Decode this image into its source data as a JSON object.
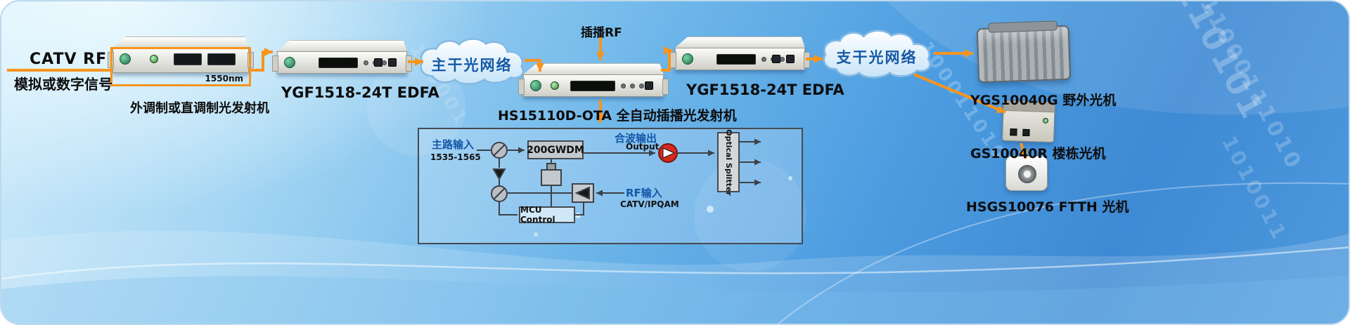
{
  "flow": {
    "catv_rf": "CATV RF",
    "signal_type": "模拟或数字信号",
    "transmitter_caption": "外调制或直调制光发射机",
    "wavelength": "1550nm",
    "edfa1_caption": "YGF1518-24T EDFA",
    "trunk_cloud": "主干光网络",
    "insert_rf": "插播RF",
    "insert_transmitter_caption": "HS15110D-OTA 全自动插播光发射机",
    "edfa2_caption": "YGF1518-24T EDFA",
    "branch_cloud": "支干光网络",
    "outdoor_node_caption": "YGS10040G 野外光机",
    "building_node_caption": "GS10040R 楼栋光机",
    "ftth_node_caption": "HSGS10076 FTTH 光机"
  },
  "block_diagram": {
    "main_input_label": "主路输入",
    "main_input_range": "1535-1565",
    "wdm_label": "200GWDM",
    "combined_output_label": "合波输出",
    "combined_output_en": "Output",
    "splitter_label": "Optical Splitter",
    "rf_input_label": "RF输入",
    "rf_input_sub": "CATV/IPQAM",
    "mcu_label": "MCU Control"
  },
  "decor": {
    "binary_a": "1000110101",
    "binary_b": "11000111010",
    "binary_c": "100011010",
    "binary_d": "110001",
    "binary_e": "1010011"
  },
  "colors": {
    "arrow_orange": "#F7941D",
    "cloud_text_blue": "#1559A6",
    "diagram_stroke": "#3C4146",
    "amplifier_red": "#D42A1E",
    "background_blue": "#4C9CE0"
  }
}
